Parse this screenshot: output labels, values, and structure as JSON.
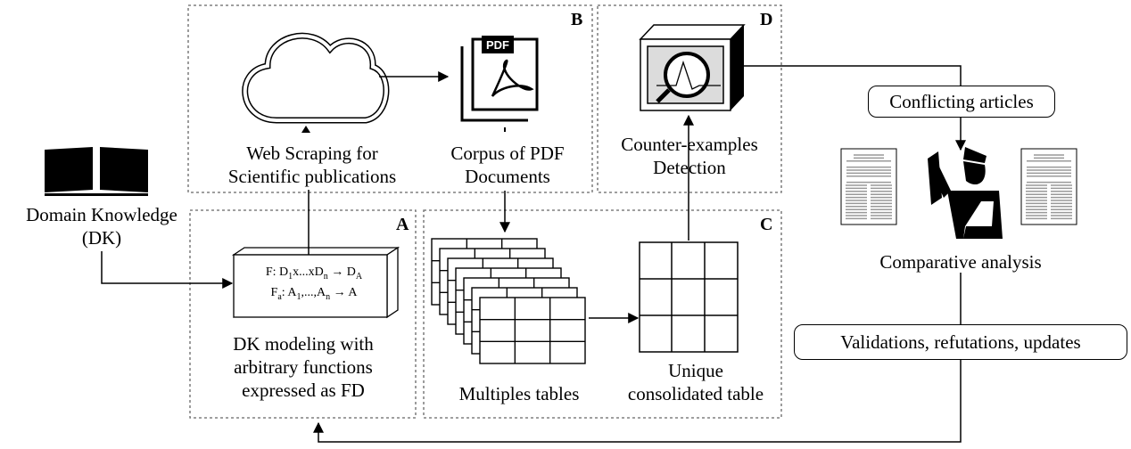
{
  "panels": {
    "A": {
      "letter": "A",
      "model_label": [
        "DK modeling with",
        "arbitrary functions",
        "expressed as FD"
      ]
    },
    "B": {
      "letter": "B",
      "scraping_label": [
        "Web Scraping for",
        "Scientific publications"
      ],
      "corpus_label": [
        "Corpus of PDF",
        "Documents"
      ],
      "pdf_badge": "PDF"
    },
    "C": {
      "letter": "C",
      "multi_label": "Multiples tables",
      "unique_label": [
        "Unique",
        "consolidated table"
      ]
    },
    "D": {
      "letter": "D",
      "detect_label": [
        "Counter-examples",
        "Detection"
      ]
    }
  },
  "domain_knowledge": [
    "Domain Knowledge",
    "(DK)"
  ],
  "fd_lines": {
    "f_prefix": "F: D",
    "f_sub1": "1",
    "f_mid": "x...xD",
    "f_subn": "n",
    "f_arrow": " → D",
    "f_subA": "A",
    "fa_prefix": "F",
    "fa_sub": "a",
    "fa_mid": ": A",
    "fa_sub1": "1",
    "fa_mid2": ",...,A",
    "fa_subn": "n",
    "fa_end": " → A"
  },
  "right": {
    "conflicting": "Conflicting articles",
    "comparative": "Comparative analysis",
    "validations": "Validations, refutations, updates"
  },
  "colors": {
    "stroke": "#000000",
    "dashed_border": "#666666",
    "monitor_face": "#dcdcdc",
    "doc_gray": "#9a9a9a"
  }
}
